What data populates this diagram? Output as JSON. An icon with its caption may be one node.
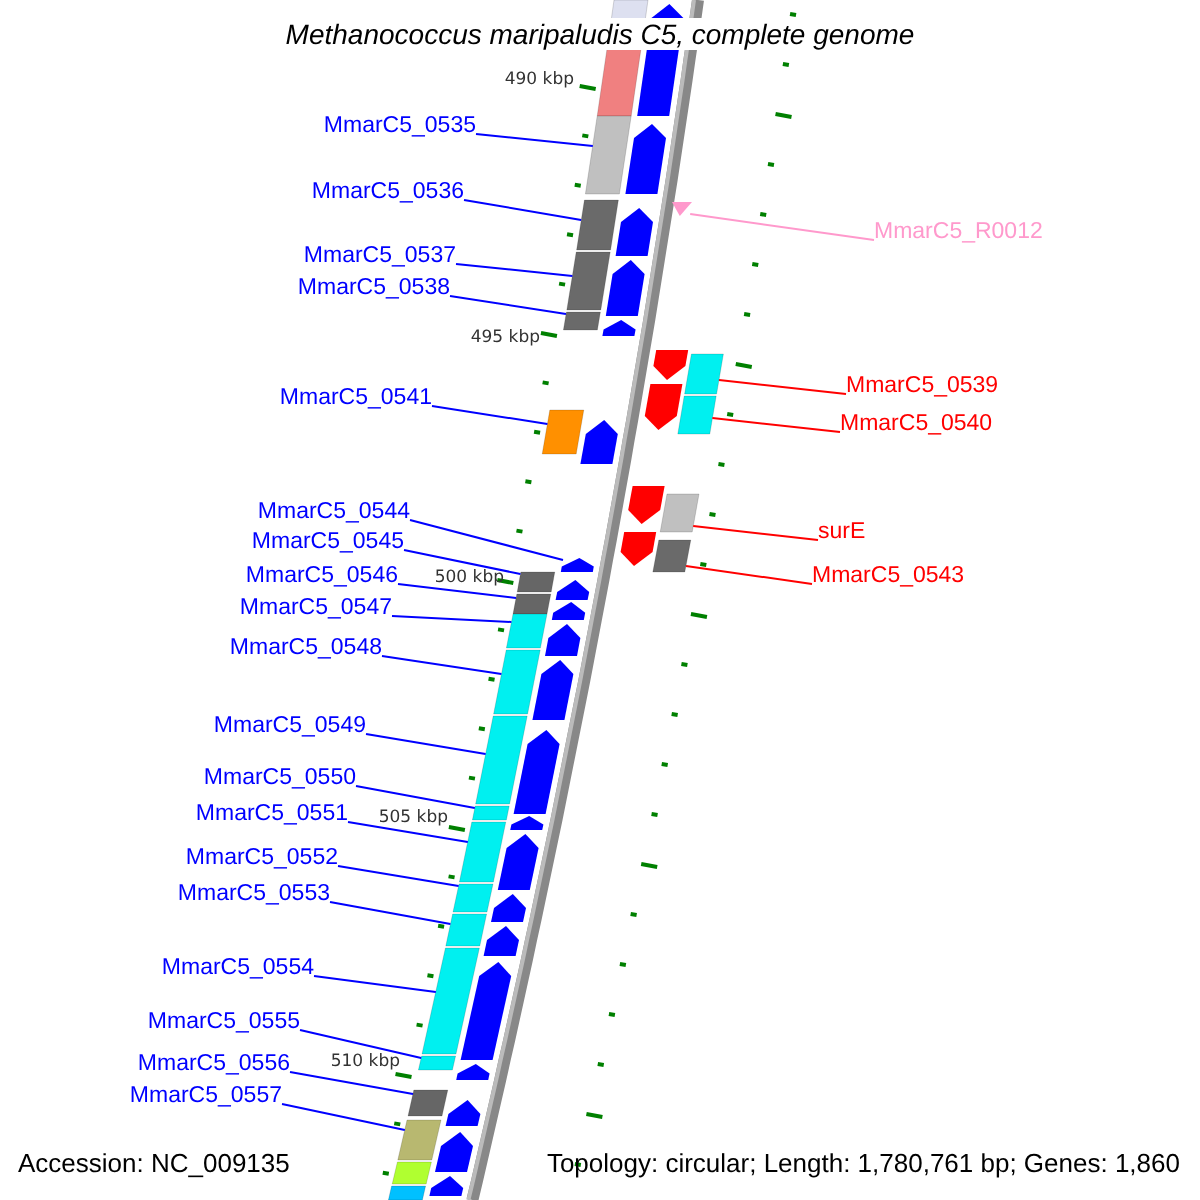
{
  "diagram": {
    "title": "Methanococcus maripaludis C5, complete genome",
    "nodes": [
      {
        "text": [
          "MmarC5_0535"
        ]
      },
      {
        "text": [
          "MmarC5_0536"
        ]
      },
      {
        "text": [
          "MmarC5_R0012"
        ]
      },
      {
        "text": [
          "MmarC5_0537"
        ]
      },
      {
        "text": [
          "MmarC5_0538"
        ]
      },
      {
        "text": [
          "MmarC5_0539"
        ]
      },
      {
        "text": [
          "MmarC5_0541"
        ]
      },
      {
        "text": [
          "MmarC5_0540"
        ]
      },
      {
        "text": [
          "MmarC5_0544"
        ]
      },
      {
        "text": [
          "surE"
        ]
      },
      {
        "text": [
          "MmarC5_0545"
        ]
      },
      {
        "text": [
          "MmarC5_0546"
        ]
      },
      {
        "text": [
          "MmarC5_0543"
        ]
      },
      {
        "text": [
          "MmarC5_0547"
        ]
      },
      {
        "text": [
          "MmarC5_0548"
        ]
      },
      {
        "text": [
          "MmarC5_0549"
        ]
      },
      {
        "text": [
          "MmarC5_0550"
        ]
      },
      {
        "text": [
          "MmarC5_0551"
        ]
      },
      {
        "text": [
          "MmarC5_0552"
        ]
      },
      {
        "text": [
          "MmarC5_0553"
        ]
      },
      {
        "text": [
          "MmarC5_0554"
        ]
      },
      {
        "text": [
          "MmarC5_0555"
        ]
      },
      {
        "text": [
          "MmarC5_0556"
        ]
      },
      {
        "text": [
          "MmarC5_0557"
        ]
      },
      {
        "text": [],
        "shape": "arrow"
      },
      {
        "text": [],
        "shape": "arrow"
      },
      {
        "text": [],
        "shape": "arrow"
      },
      {
        "text": [],
        "shape": "arrow"
      },
      {
        "text": [],
        "shape": "arrow"
      },
      {
        "text": [],
        "shape": "arrow"
      },
      {
        "text": [],
        "shape": "arrow"
      },
      {
        "text": [],
        "shape": "arrow"
      },
      {
        "text": [],
        "shape": "arrow"
      },
      {
        "text": [],
        "shape": "arrow"
      },
      {
        "text": [],
        "shape": "arrow"
      },
      {
        "text": [],
        "shape": "arrow"
      },
      {
        "text": [],
        "shape": "arrow"
      },
      {
        "text": [],
        "shape": "arrow"
      },
      {
        "text": [],
        "shape": "arrow"
      },
      {
        "text": [],
        "shape": "arrow"
      },
      {
        "text": [],
        "shape": "arrow"
      },
      {
        "text": [],
        "shape": "arrow"
      },
      {
        "text": [],
        "shape": "arrow"
      },
      {
        "text": [],
        "shape": "arrow"
      },
      {
        "text": [],
        "shape": "arrow"
      },
      {
        "text": [],
        "shape": "arrow"
      },
      {
        "text": [],
        "shape": "arrow"
      },
      {
        "text": [],
        "shape": "arrow"
      }
    ],
    "edges": [
      {
        "from": 0,
        "to": 24,
        "arrow": "none"
      },
      {
        "from": 1,
        "to": 25,
        "arrow": "none"
      },
      {
        "from": 2,
        "to": 26,
        "arrow": "none",
        "color": "#ff99cc"
      },
      {
        "from": 3,
        "to": 27,
        "arrow": "none"
      },
      {
        "from": 4,
        "to": 28,
        "arrow": "none"
      },
      {
        "from": 5,
        "to": 29,
        "arrow": "none",
        "color": "#ff0000"
      },
      {
        "from": 6,
        "to": 30,
        "arrow": "none"
      },
      {
        "from": 7,
        "to": 31,
        "arrow": "none",
        "color": "#ff0000"
      },
      {
        "from": 8,
        "to": 32,
        "arrow": "none"
      },
      {
        "from": 9,
        "to": 33,
        "arrow": "none",
        "color": "#ff0000"
      },
      {
        "from": 10,
        "to": 34,
        "arrow": "none"
      },
      {
        "from": 11,
        "to": 35,
        "arrow": "none"
      },
      {
        "from": 12,
        "to": 36,
        "arrow": "none",
        "color": "#ff0000"
      },
      {
        "from": 13,
        "to": 37,
        "arrow": "none"
      },
      {
        "from": 14,
        "to": 38,
        "arrow": "none"
      },
      {
        "from": 15,
        "to": 39,
        "arrow": "none"
      },
      {
        "from": 16,
        "to": 40,
        "arrow": "none"
      },
      {
        "from": 17,
        "to": 41,
        "arrow": "none"
      },
      {
        "from": 18,
        "to": 42,
        "arrow": "none"
      },
      {
        "from": 19,
        "to": 43,
        "arrow": "none"
      },
      {
        "from": 20,
        "to": 44,
        "arrow": "none"
      },
      {
        "from": 21,
        "to": 45,
        "arrow": "none"
      },
      {
        "from": 22,
        "to": 46,
        "arrow": "none"
      },
      {
        "from": 23,
        "to": 47,
        "arrow": "none"
      }
    ],
    "labels": [
      "490 kbp",
      "495 kbp",
      "500 kbp",
      "505 kbp",
      "510 kbp",
      "Accession: NC_009135",
      "Topology: circular; Length: 1,780,761 bp; Genes: 1,860"
    ]
  }
}
